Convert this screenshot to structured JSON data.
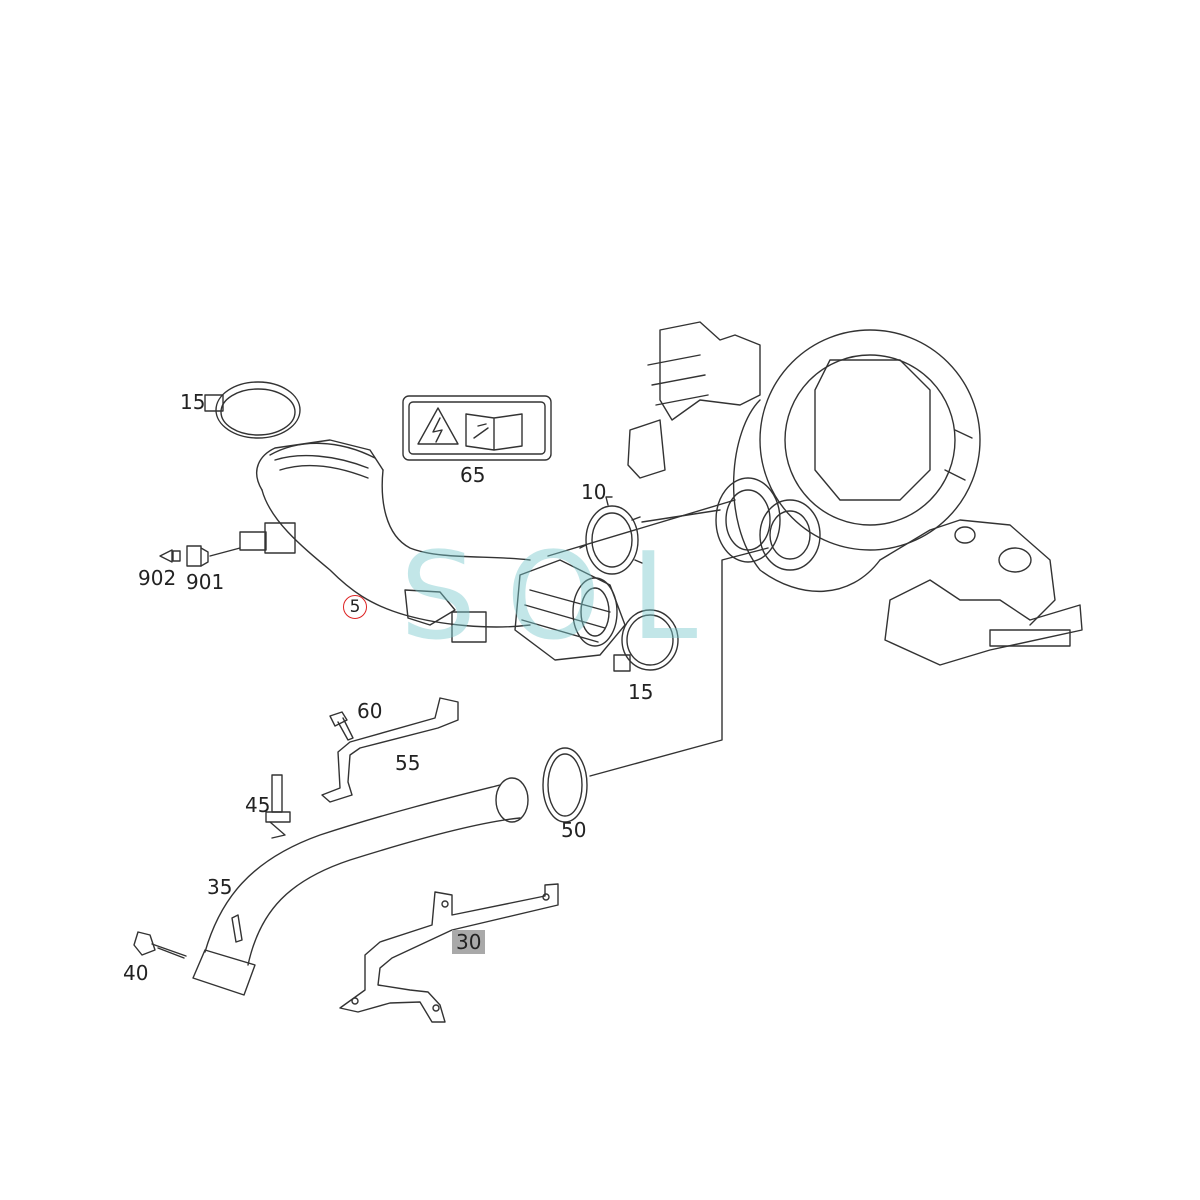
{
  "labels": {
    "p15_top": "15",
    "p65": "65",
    "p10": "10",
    "p902": "902",
    "p901": "901",
    "p5": "5",
    "p15_bottom": "15",
    "p60": "60",
    "p55": "55",
    "p45": "45",
    "p50": "50",
    "p35": "35",
    "p40": "40",
    "p30": "30"
  },
  "watermark": {
    "text": "SOL",
    "color": "#78c8cd"
  },
  "highlight_color": "#a9a9a9",
  "circle_color": "#d22222",
  "icons": [
    "warning-electric-icon",
    "manual-wrench-icon"
  ]
}
